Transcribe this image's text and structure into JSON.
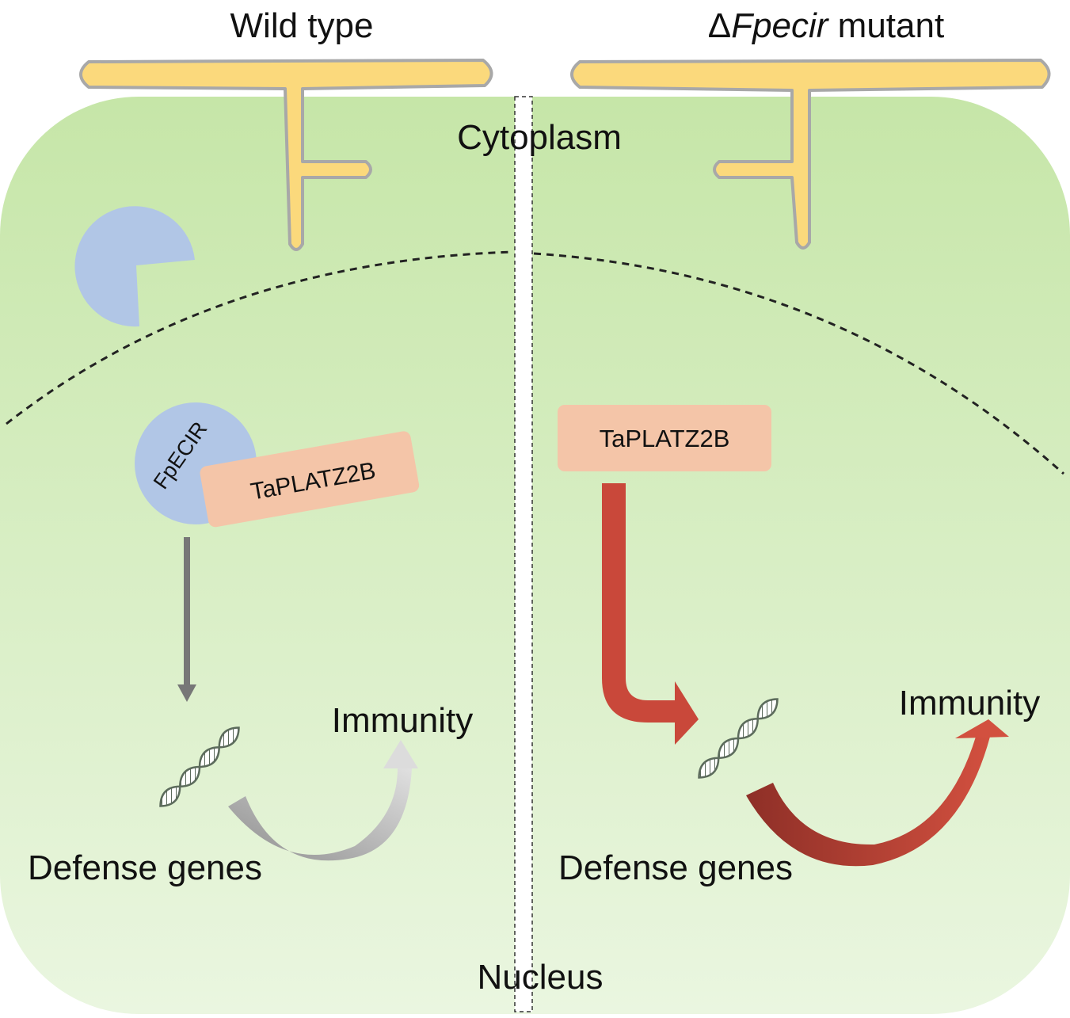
{
  "header": {
    "left_title": "Wild type",
    "right_title_delta": "Δ",
    "right_title_gene": "Fpecir",
    "right_title_suffix": " mutant"
  },
  "compartments": {
    "cytoplasm_label": "Cytoplasm",
    "nucleus_label": "Nucleus"
  },
  "wild_type": {
    "effector_label": "FpECIR",
    "protein_label": "TaPLATZ2B",
    "genes_label": "Defense genes",
    "outcome_label": "Immunity"
  },
  "mutant": {
    "protein_label": "TaPLATZ2B",
    "genes_label": "Defense genes",
    "outcome_label": "Immunity"
  },
  "colors": {
    "cell_top": "#c6e6a8",
    "cell_bottom": "#eaf6e0",
    "hypha_fill": "#fbd97c",
    "hypha_stroke": "#a8a8a8",
    "effector": "#b1c6e6",
    "protein_box": "#f4c5a8",
    "inhibited_arrow": "#777777",
    "active_arrow": "#c9483a",
    "dna_stroke": "#5c6b5c"
  }
}
